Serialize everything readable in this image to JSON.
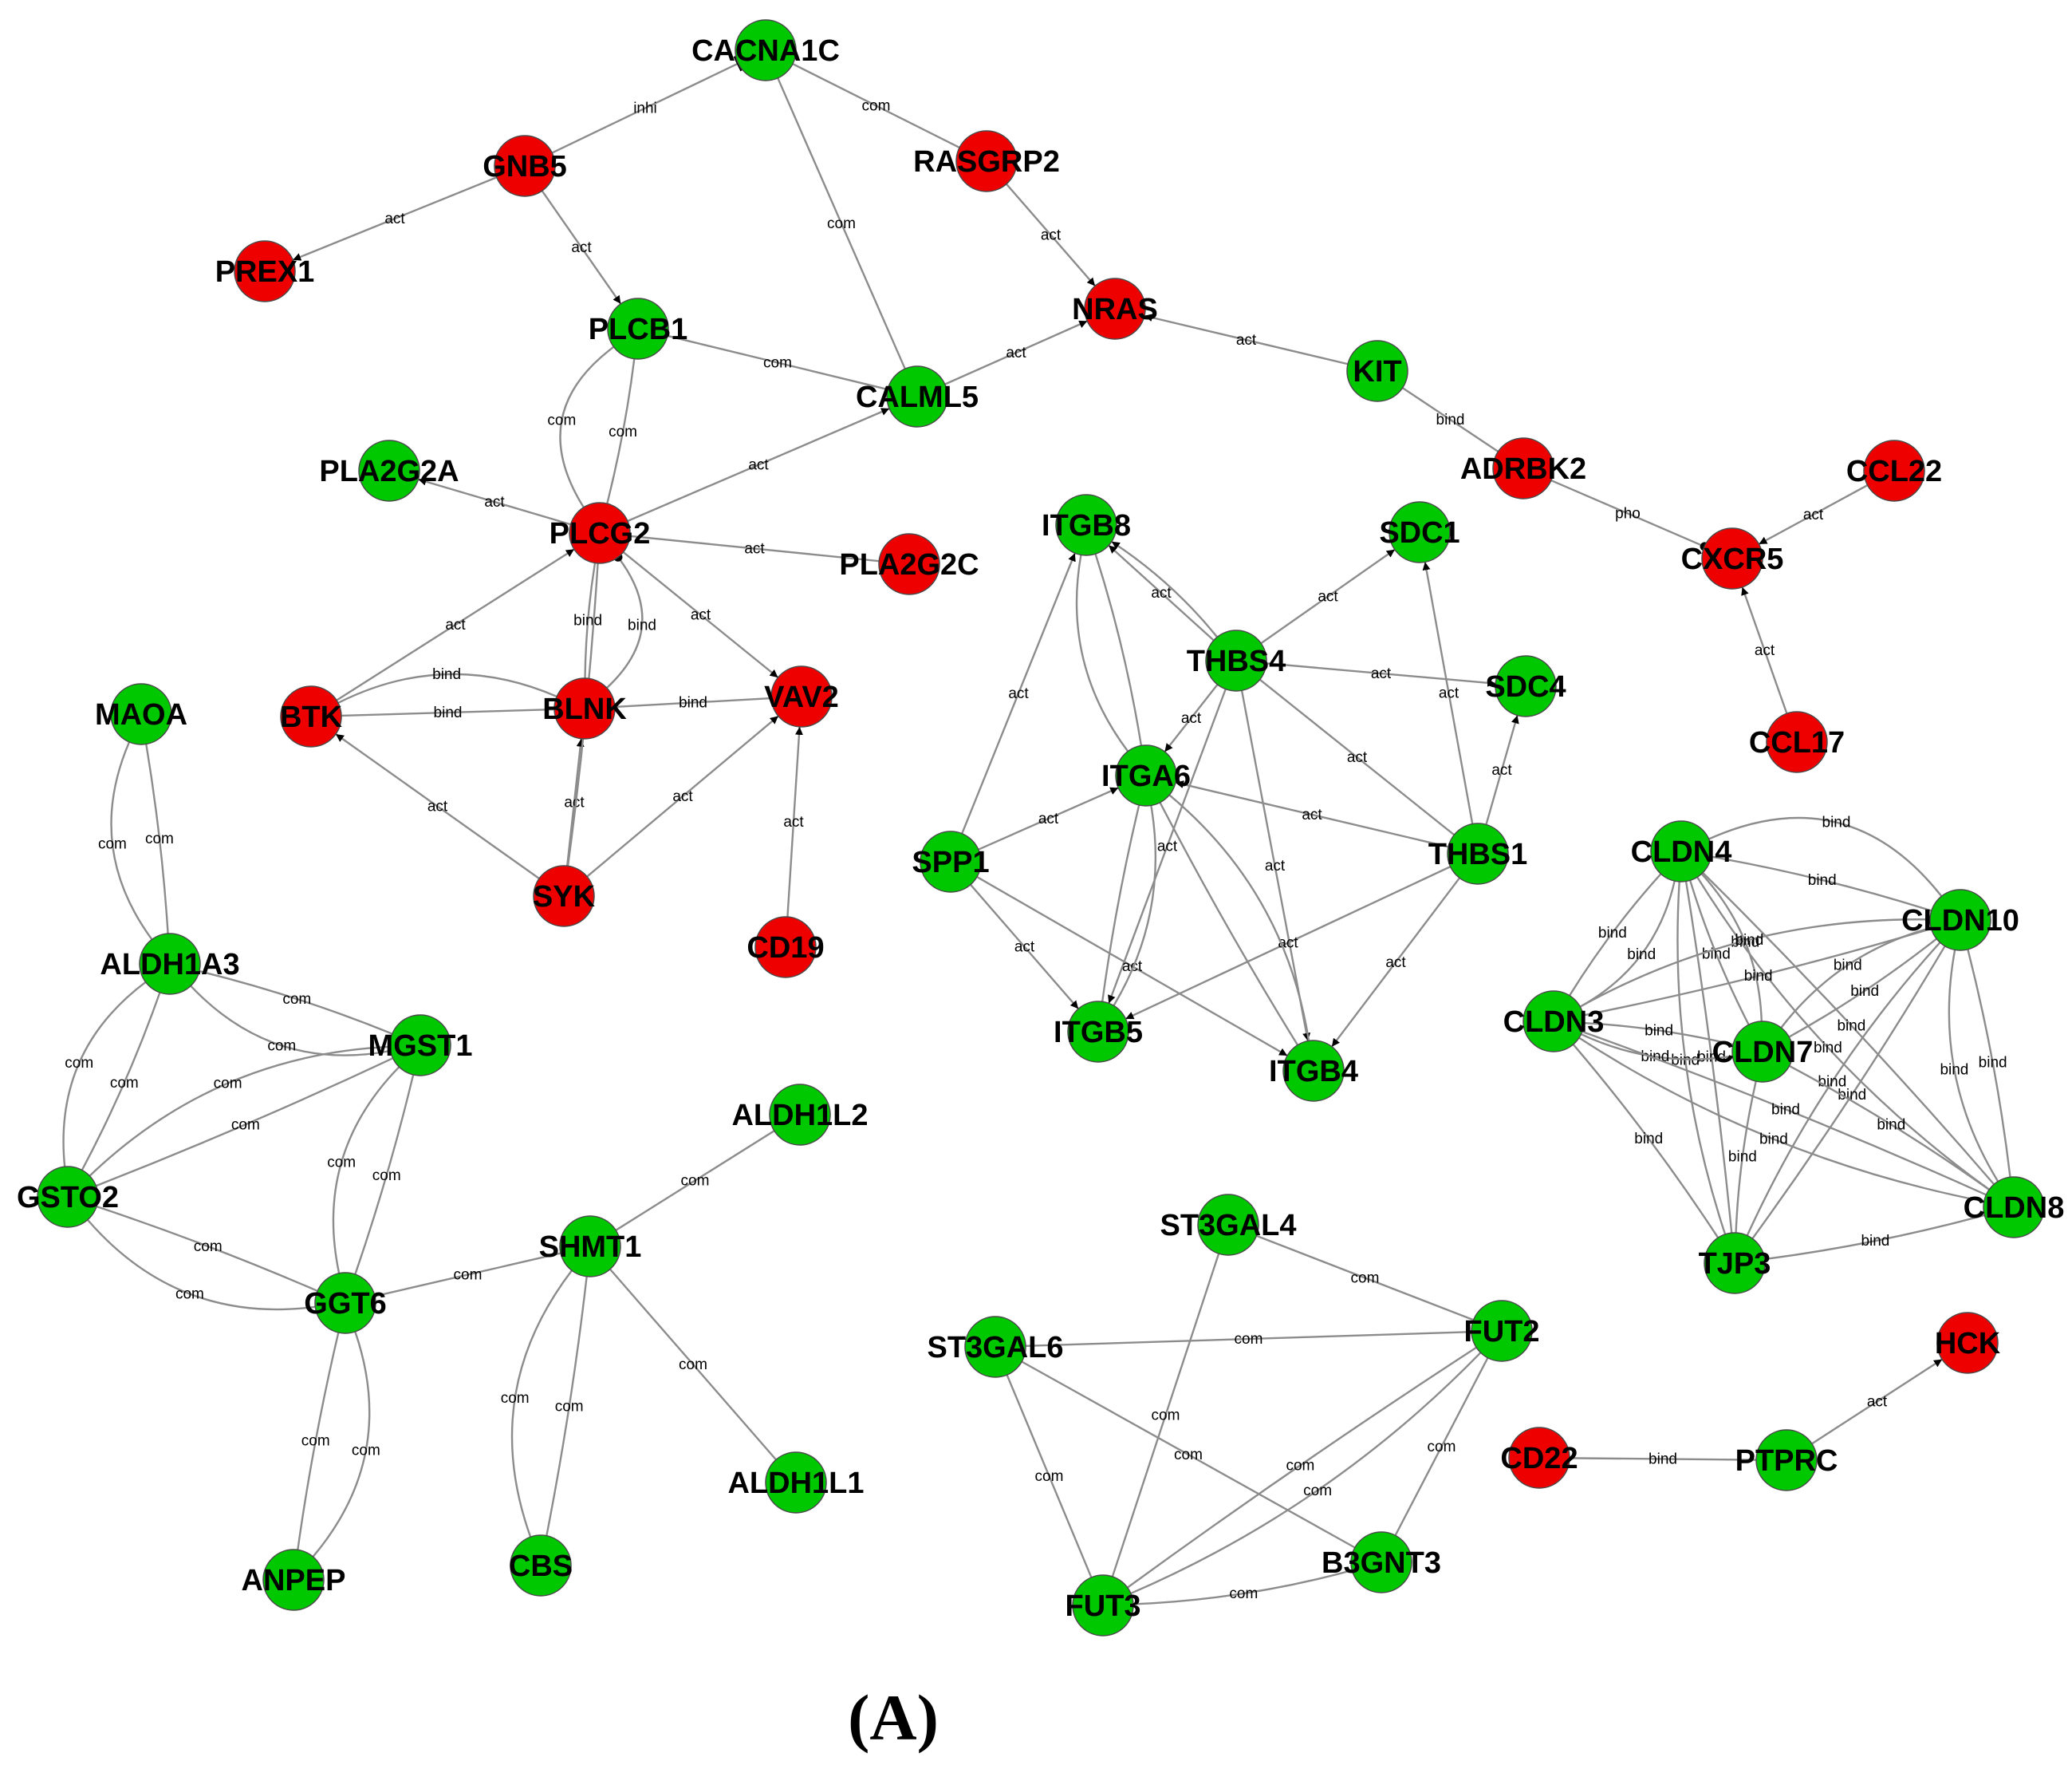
{
  "panel_label": "(A)",
  "colors": {
    "up": "#ee0000",
    "down": "#00c800",
    "edge": "#8c8c8c",
    "node_stroke": "#4a4a4a"
  },
  "nodes": [
    {
      "id": "CACNA1C",
      "label": "CACNA1C",
      "regulation": "down"
    },
    {
      "id": "GNB5",
      "label": "GNB5",
      "regulation": "up"
    },
    {
      "id": "RASGRP2",
      "label": "RASGRP2",
      "regulation": "up"
    },
    {
      "id": "PREX1",
      "label": "PREX1",
      "regulation": "up"
    },
    {
      "id": "NRAS",
      "label": "NRAS",
      "regulation": "up"
    },
    {
      "id": "PLCB1",
      "label": "PLCB1",
      "regulation": "down"
    },
    {
      "id": "CALML5",
      "label": "CALML5",
      "regulation": "down"
    },
    {
      "id": "KIT",
      "label": "KIT",
      "regulation": "down"
    },
    {
      "id": "PLA2G2A",
      "label": "PLA2G2A",
      "regulation": "down"
    },
    {
      "id": "PLCG2",
      "label": "PLCG2",
      "regulation": "up"
    },
    {
      "id": "PLA2G2C",
      "label": "PLA2G2C",
      "regulation": "up"
    },
    {
      "id": "ADRBK2",
      "label": "ADRBK2",
      "regulation": "up"
    },
    {
      "id": "CCL22",
      "label": "CCL22",
      "regulation": "up"
    },
    {
      "id": "CXCR5",
      "label": "CXCR5",
      "regulation": "up"
    },
    {
      "id": "CCL17",
      "label": "CCL17",
      "regulation": "up"
    },
    {
      "id": "BTK",
      "label": "BTK",
      "regulation": "up"
    },
    {
      "id": "BLNK",
      "label": "BLNK",
      "regulation": "up"
    },
    {
      "id": "VAV2",
      "label": "VAV2",
      "regulation": "up"
    },
    {
      "id": "SYK",
      "label": "SYK",
      "regulation": "up"
    },
    {
      "id": "CD19",
      "label": "CD19",
      "regulation": "up"
    },
    {
      "id": "MAOA",
      "label": "MAOA",
      "regulation": "down"
    },
    {
      "id": "ALDH1A3",
      "label": "ALDH1A3",
      "regulation": "down"
    },
    {
      "id": "MGST1",
      "label": "MGST1",
      "regulation": "down"
    },
    {
      "id": "GSTO2",
      "label": "GSTO2",
      "regulation": "down"
    },
    {
      "id": "GGT6",
      "label": "GGT6",
      "regulation": "down"
    },
    {
      "id": "SHMT1",
      "label": "SHMT1",
      "regulation": "down"
    },
    {
      "id": "ALDH1L2",
      "label": "ALDH1L2",
      "regulation": "down"
    },
    {
      "id": "ALDH1L1",
      "label": "ALDH1L1",
      "regulation": "down"
    },
    {
      "id": "CBS",
      "label": "CBS",
      "regulation": "down"
    },
    {
      "id": "ANPEP",
      "label": "ANPEP",
      "regulation": "down"
    },
    {
      "id": "ITGB8",
      "label": "ITGB8",
      "regulation": "down"
    },
    {
      "id": "SDC1",
      "label": "SDC1",
      "regulation": "down"
    },
    {
      "id": "THBS4",
      "label": "THBS4",
      "regulation": "down"
    },
    {
      "id": "SDC4",
      "label": "SDC4",
      "regulation": "down"
    },
    {
      "id": "ITGA6",
      "label": "ITGA6",
      "regulation": "down"
    },
    {
      "id": "SPP1",
      "label": "SPP1",
      "regulation": "down"
    },
    {
      "id": "THBS1",
      "label": "THBS1",
      "regulation": "down"
    },
    {
      "id": "ITGB5",
      "label": "ITGB5",
      "regulation": "down"
    },
    {
      "id": "ITGB4",
      "label": "ITGB4",
      "regulation": "down"
    },
    {
      "id": "CLDN4",
      "label": "CLDN4",
      "regulation": "down"
    },
    {
      "id": "CLDN10",
      "label": "CLDN10",
      "regulation": "down"
    },
    {
      "id": "CLDN3",
      "label": "CLDN3",
      "regulation": "down"
    },
    {
      "id": "CLDN7",
      "label": "CLDN7",
      "regulation": "down"
    },
    {
      "id": "CLDN8",
      "label": "CLDN8",
      "regulation": "down"
    },
    {
      "id": "TJP3",
      "label": "TJP3",
      "regulation": "down"
    },
    {
      "id": "ST3GAL4",
      "label": "ST3GAL4",
      "regulation": "down"
    },
    {
      "id": "FUT2",
      "label": "FUT2",
      "regulation": "down"
    },
    {
      "id": "ST3GAL6",
      "label": "ST3GAL6",
      "regulation": "down"
    },
    {
      "id": "B3GNT3",
      "label": "B3GNT3",
      "regulation": "down"
    },
    {
      "id": "FUT3",
      "label": "FUT3",
      "regulation": "down"
    },
    {
      "id": "HCK",
      "label": "HCK",
      "regulation": "up"
    },
    {
      "id": "CD22",
      "label": "CD22",
      "regulation": "up"
    },
    {
      "id": "PTPRC",
      "label": "PTPRC",
      "regulation": "down"
    }
  ],
  "edges": [
    {
      "source": "GNB5",
      "target": "CACNA1C",
      "label": "inhi",
      "marker": "inhibit"
    },
    {
      "source": "CACNA1C",
      "target": "RASGRP2",
      "label": "com",
      "marker": "none"
    },
    {
      "source": "CACNA1C",
      "target": "CALML5",
      "label": "com",
      "marker": "none"
    },
    {
      "source": "GNB5",
      "target": "PREX1",
      "label": "act",
      "marker": "arrow"
    },
    {
      "source": "GNB5",
      "target": "PLCB1",
      "label": "act",
      "marker": "arrow"
    },
    {
      "source": "RASGRP2",
      "target": "NRAS",
      "label": "act",
      "marker": "arrow"
    },
    {
      "source": "CALML5",
      "target": "NRAS",
      "label": "act",
      "marker": "arrow"
    },
    {
      "source": "KIT",
      "target": "NRAS",
      "label": "act",
      "marker": "arrow"
    },
    {
      "source": "PLCB1",
      "target": "CALML5",
      "label": "com",
      "marker": "none"
    },
    {
      "source": "PLCB1",
      "target": "PLCG2",
      "label": "com",
      "marker": "none",
      "curve": 60
    },
    {
      "source": "PLCB1",
      "target": "PLCG2",
      "label": "com",
      "marker": "none",
      "curve": -4
    },
    {
      "source": "PLCG2",
      "target": "CALML5",
      "label": "act",
      "marker": "arrow"
    },
    {
      "source": "PLCG2",
      "target": "PLA2G2A",
      "label": "act",
      "marker": "arrow"
    },
    {
      "source": "PLCG2",
      "target": "PLA2G2C",
      "label": "act",
      "marker": "none"
    },
    {
      "source": "PLCG2",
      "target": "VAV2",
      "label": "act",
      "marker": "arrow"
    },
    {
      "source": "KIT",
      "target": "ADRBK2",
      "label": "bind",
      "marker": "none"
    },
    {
      "source": "ADRBK2",
      "target": "CXCR5",
      "label": "pho",
      "marker": "dot"
    },
    {
      "source": "CCL22",
      "target": "CXCR5",
      "label": "act",
      "marker": "arrow"
    },
    {
      "source": "CCL17",
      "target": "CXCR5",
      "label": "act",
      "marker": "arrow"
    },
    {
      "source": "BTK",
      "target": "PLCG2",
      "label": "act",
      "marker": "arrow"
    },
    {
      "source": "BLNK",
      "target": "PLCG2",
      "label": "bind",
      "marker": "dot",
      "curve": 50
    },
    {
      "source": "BLNK",
      "target": "PLCG2",
      "label": "bind",
      "marker": "none",
      "curve": -4
    },
    {
      "source": "BTK",
      "target": "BLNK",
      "label": "bind",
      "marker": "none",
      "curve": -40
    },
    {
      "source": "BTK",
      "target": "BLNK",
      "label": "bind",
      "marker": "none",
      "curve": 0
    },
    {
      "source": "BLNK",
      "target": "VAV2",
      "label": "bind",
      "marker": "none"
    },
    {
      "source": "SYK",
      "target": "BTK",
      "label": "act",
      "marker": "arrow"
    },
    {
      "source": "SYK",
      "target": "BLNK",
      "label": "act",
      "marker": "arrow"
    },
    {
      "source": "SYK",
      "target": "PLCG2",
      "label": "",
      "marker": "none",
      "curve": 4
    },
    {
      "source": "SYK",
      "target": "VAV2",
      "label": "act",
      "marker": "arrow"
    },
    {
      "source": "CD19",
      "target": "VAV2",
      "label": "act",
      "marker": "arrow"
    },
    {
      "source": "MAOA",
      "target": "ALDH1A3",
      "label": "com",
      "marker": "none",
      "curve": -4
    },
    {
      "source": "MAOA",
      "target": "ALDH1A3",
      "label": "com",
      "marker": "none",
      "curve": 45
    },
    {
      "source": "ALDH1A3",
      "target": "MGST1",
      "label": "com",
      "marker": "none",
      "curve": -6
    },
    {
      "source": "ALDH1A3",
      "target": "MGST1",
      "label": "com",
      "marker": "none",
      "curve": 45
    },
    {
      "source": "ALDH1A3",
      "target": "GSTO2",
      "label": "com",
      "marker": "none",
      "curve": -6
    },
    {
      "source": "ALDH1A3",
      "target": "GSTO2",
      "label": "com",
      "marker": "none",
      "curve": 45
    },
    {
      "source": "MGST1",
      "target": "GSTO2",
      "label": "com",
      "marker": "none",
      "curve": -4
    },
    {
      "source": "MGST1",
      "target": "GSTO2",
      "label": "com",
      "marker": "none",
      "curve": 45
    },
    {
      "source": "MGST1",
      "target": "GGT6",
      "label": "com",
      "marker": "none",
      "curve": -4
    },
    {
      "source": "MGST1",
      "target": "GGT6",
      "label": "com",
      "marker": "none",
      "curve": 45
    },
    {
      "source": "GSTO2",
      "target": "GGT6",
      "label": "com",
      "marker": "none",
      "curve": -4
    },
    {
      "source": "GSTO2",
      "target": "GGT6",
      "label": "com",
      "marker": "none",
      "curve": 50
    },
    {
      "source": "GGT6",
      "target": "SHMT1",
      "label": "com",
      "marker": "none"
    },
    {
      "source": "GGT6",
      "target": "ANPEP",
      "label": "com",
      "marker": "none",
      "curve": -50
    },
    {
      "source": "GGT6",
      "target": "ANPEP",
      "label": "com",
      "marker": "none",
      "curve": 4
    },
    {
      "source": "SHMT1",
      "target": "ALDH1L2",
      "label": "com",
      "marker": "none"
    },
    {
      "source": "SHMT1",
      "target": "ALDH1L1",
      "label": "com",
      "marker": "none"
    },
    {
      "source": "SHMT1",
      "target": "CBS",
      "label": "com",
      "marker": "none",
      "curve": 55
    },
    {
      "source": "SHMT1",
      "target": "CBS",
      "label": "com",
      "marker": "none",
      "curve": -4
    },
    {
      "source": "THBS4",
      "target": "ITGB8",
      "label": "act",
      "marker": "arrow",
      "curve": 0
    },
    {
      "source": "THBS4",
      "target": "ITGB8",
      "label": "",
      "marker": "arrow",
      "curve": 10
    },
    {
      "source": "THBS4",
      "target": "SDC1",
      "label": "act",
      "marker": "arrow"
    },
    {
      "source": "THBS4",
      "target": "SDC4",
      "label": "act",
      "marker": "arrow"
    },
    {
      "source": "THBS4",
      "target": "ITGA6",
      "label": "act",
      "marker": "arrow"
    },
    {
      "source": "THBS4",
      "target": "ITGB5",
      "label": "act",
      "marker": "arrow"
    },
    {
      "source": "THBS4",
      "target": "ITGB4",
      "label": "act",
      "marker": "arrow"
    },
    {
      "source": "THBS4",
      "target": "THBS1",
      "label": "act",
      "marker": "none"
    },
    {
      "source": "ITGB8",
      "target": "ITGA6",
      "label": "",
      "marker": "none",
      "curve": 35
    },
    {
      "source": "ITGB8",
      "target": "ITGA6",
      "label": "",
      "marker": "none",
      "curve": -6
    },
    {
      "source": "SPP1",
      "target": "ITGB8",
      "label": "act",
      "marker": "arrow"
    },
    {
      "source": "SPP1",
      "target": "ITGA6",
      "label": "act",
      "marker": "arrow"
    },
    {
      "source": "SPP1",
      "target": "ITGB5",
      "label": "act",
      "marker": "arrow"
    },
    {
      "source": "SPP1",
      "target": "ITGB4",
      "label": "act",
      "marker": "arrow"
    },
    {
      "source": "THBS1",
      "target": "ITGA6",
      "label": "act",
      "marker": "arrow"
    },
    {
      "source": "THBS1",
      "target": "SDC1",
      "label": "act",
      "marker": "arrow"
    },
    {
      "source": "THBS1",
      "target": "SDC4",
      "label": "act",
      "marker": "arrow"
    },
    {
      "source": "THBS1",
      "target": "ITGB5",
      "label": "act",
      "marker": "arrow"
    },
    {
      "source": "THBS1",
      "target": "ITGB4",
      "label": "act",
      "marker": "arrow"
    },
    {
      "source": "ITGA6",
      "target": "ITGB5",
      "label": "",
      "marker": "none",
      "curve": -30
    },
    {
      "source": "ITGA6",
      "target": "ITGB5",
      "label": "",
      "marker": "none",
      "curve": 4
    },
    {
      "source": "ITGA6",
      "target": "ITGB4",
      "label": "",
      "marker": "none",
      "curve": 4
    },
    {
      "source": "ITGA6",
      "target": "ITGB4",
      "label": "",
      "marker": "none",
      "curve": -40
    },
    {
      "source": "CLDN4",
      "target": "CLDN10",
      "label": "bind",
      "marker": "none",
      "curve": -70
    },
    {
      "source": "CLDN4",
      "target": "CLDN10",
      "label": "bind",
      "marker": "none",
      "curve": -6
    },
    {
      "source": "CLDN4",
      "target": "CLDN3",
      "label": "bind",
      "marker": "none",
      "curve": -30
    },
    {
      "source": "CLDN4",
      "target": "CLDN3",
      "label": "bind",
      "marker": "none",
      "curve": 6
    },
    {
      "source": "CLDN4",
      "target": "CLDN7",
      "label": "bind",
      "marker": "none",
      "curve": -25
    },
    {
      "source": "CLDN4",
      "target": "CLDN7",
      "label": "bind",
      "marker": "none",
      "curve": 6
    },
    {
      "source": "CLDN4",
      "target": "CLDN8",
      "label": "bind",
      "marker": "none",
      "curve": -6
    },
    {
      "source": "CLDN4",
      "target": "CLDN8",
      "label": "bind",
      "marker": "none",
      "curve": 30
    },
    {
      "source": "CLDN4",
      "target": "TJP3",
      "label": "bind",
      "marker": "none",
      "curve": -4
    },
    {
      "source": "CLDN4",
      "target": "TJP3",
      "label": "bind",
      "marker": "none",
      "curve": 25
    },
    {
      "source": "CLDN10",
      "target": "CLDN3",
      "label": "bind",
      "marker": "none",
      "curve": -6
    },
    {
      "source": "CLDN10",
      "target": "CLDN3",
      "label": "bind",
      "marker": "none",
      "curve": 35
    },
    {
      "source": "CLDN10",
      "target": "CLDN7",
      "label": "bind",
      "marker": "none",
      "curve": -6
    },
    {
      "source": "CLDN10",
      "target": "CLDN7",
      "label": "bind",
      "marker": "none",
      "curve": 25
    },
    {
      "source": "CLDN10",
      "target": "CLDN8",
      "label": "bind",
      "marker": "none",
      "curve": -6
    },
    {
      "source": "CLDN10",
      "target": "CLDN8",
      "label": "bind",
      "marker": "none",
      "curve": 35
    },
    {
      "source": "CLDN10",
      "target": "TJP3",
      "label": "bind",
      "marker": "none",
      "curve": -6
    },
    {
      "source": "CLDN10",
      "target": "TJP3",
      "label": "bind",
      "marker": "none",
      "curve": 20
    },
    {
      "source": "CLDN3",
      "target": "CLDN7",
      "label": "bind",
      "marker": "none",
      "curve": -6
    },
    {
      "source": "CLDN3",
      "target": "CLDN7",
      "label": "bind",
      "marker": "none",
      "curve": 20
    },
    {
      "source": "CLDN3",
      "target": "CLDN8",
      "label": "bind",
      "marker": "none",
      "curve": -6
    },
    {
      "source": "CLDN3",
      "target": "CLDN8",
      "label": "bind",
      "marker": "none",
      "curve": 30
    },
    {
      "source": "CLDN3",
      "target": "TJP3",
      "label": "bind",
      "marker": "none",
      "curve": -6
    },
    {
      "source": "CLDN7",
      "target": "CLDN8",
      "label": "bind",
      "marker": "none",
      "curve": -6
    },
    {
      "source": "CLDN7",
      "target": "TJP3",
      "label": "bind",
      "marker": "none",
      "curve": 6
    },
    {
      "source": "TJP3",
      "target": "CLDN8",
      "label": "bind",
      "marker": "none",
      "curve": 6
    },
    {
      "source": "ST3GAL4",
      "target": "FUT2",
      "label": "com",
      "marker": "none"
    },
    {
      "source": "ST3GAL4",
      "target": "FUT3",
      "label": "com",
      "marker": "none"
    },
    {
      "source": "ST3GAL6",
      "target": "FUT2",
      "label": "com",
      "marker": "none"
    },
    {
      "source": "ST3GAL6",
      "target": "B3GNT3",
      "label": "com",
      "marker": "none"
    },
    {
      "source": "ST3GAL6",
      "target": "FUT3",
      "label": "com",
      "marker": "none"
    },
    {
      "source": "FUT2",
      "target": "B3GNT3",
      "label": "com",
      "marker": "none"
    },
    {
      "source": "FUT3",
      "target": "FUT2",
      "label": "com",
      "marker": "none",
      "curve": -4
    },
    {
      "source": "FUT3",
      "target": "FUT2",
      "label": "com",
      "marker": "none",
      "curve": 30
    },
    {
      "source": "FUT3",
      "target": "B3GNT3",
      "label": "com",
      "marker": "none",
      "curve": 10
    },
    {
      "source": "CD22",
      "target": "PTPRC",
      "label": "bind",
      "marker": "none"
    },
    {
      "source": "PTPRC",
      "target": "HCK",
      "label": "act",
      "marker": "arrow"
    }
  ]
}
